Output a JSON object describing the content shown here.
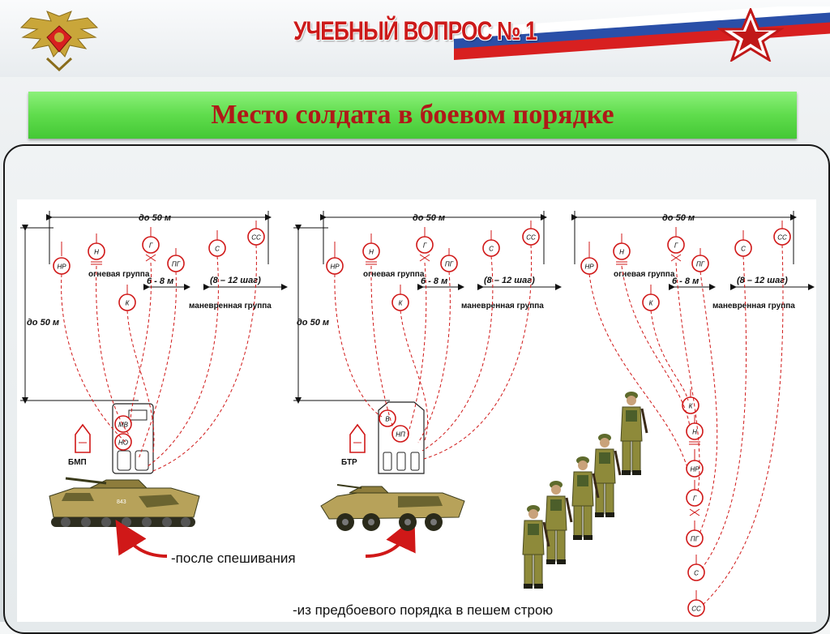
{
  "header": {
    "title": "УЧЕБНЫЙ ВОПРОС № 1",
    "emblem_icon": "eagle-emblem-icon",
    "star_icon": "army-star-icon"
  },
  "banner": {
    "subtitle": "Место солдата в боевом порядке"
  },
  "diagram": {
    "width_label": "до 50 м",
    "depth_label": "до 50 м",
    "fire_group_label": "огневая группа",
    "maneuver_group_label": "маневренная группа",
    "steps_range": "6 - 8 м",
    "steps_paren": "(8 – 12 шаг)",
    "positions": {
      "nr": "НР",
      "n": "Н",
      "g": "Г",
      "pg": "ПГ",
      "s": "С",
      "ss": "СС",
      "k": "К",
      "mv": "МВ",
      "no": "НО",
      "v": "В",
      "np": "НП"
    },
    "vehicles": {
      "bmp": "БМП",
      "btr": "БТР",
      "bmp_number": "843"
    },
    "caption_dismount": "-после спешивания",
    "caption_column": "-из предбоевого порядка в пешем строю",
    "colors": {
      "accent_red": "#d01818",
      "title_red": "#cc1a1a",
      "banner_green": "#5fdc4c",
      "camo_khaki": "#b7a25a"
    }
  }
}
